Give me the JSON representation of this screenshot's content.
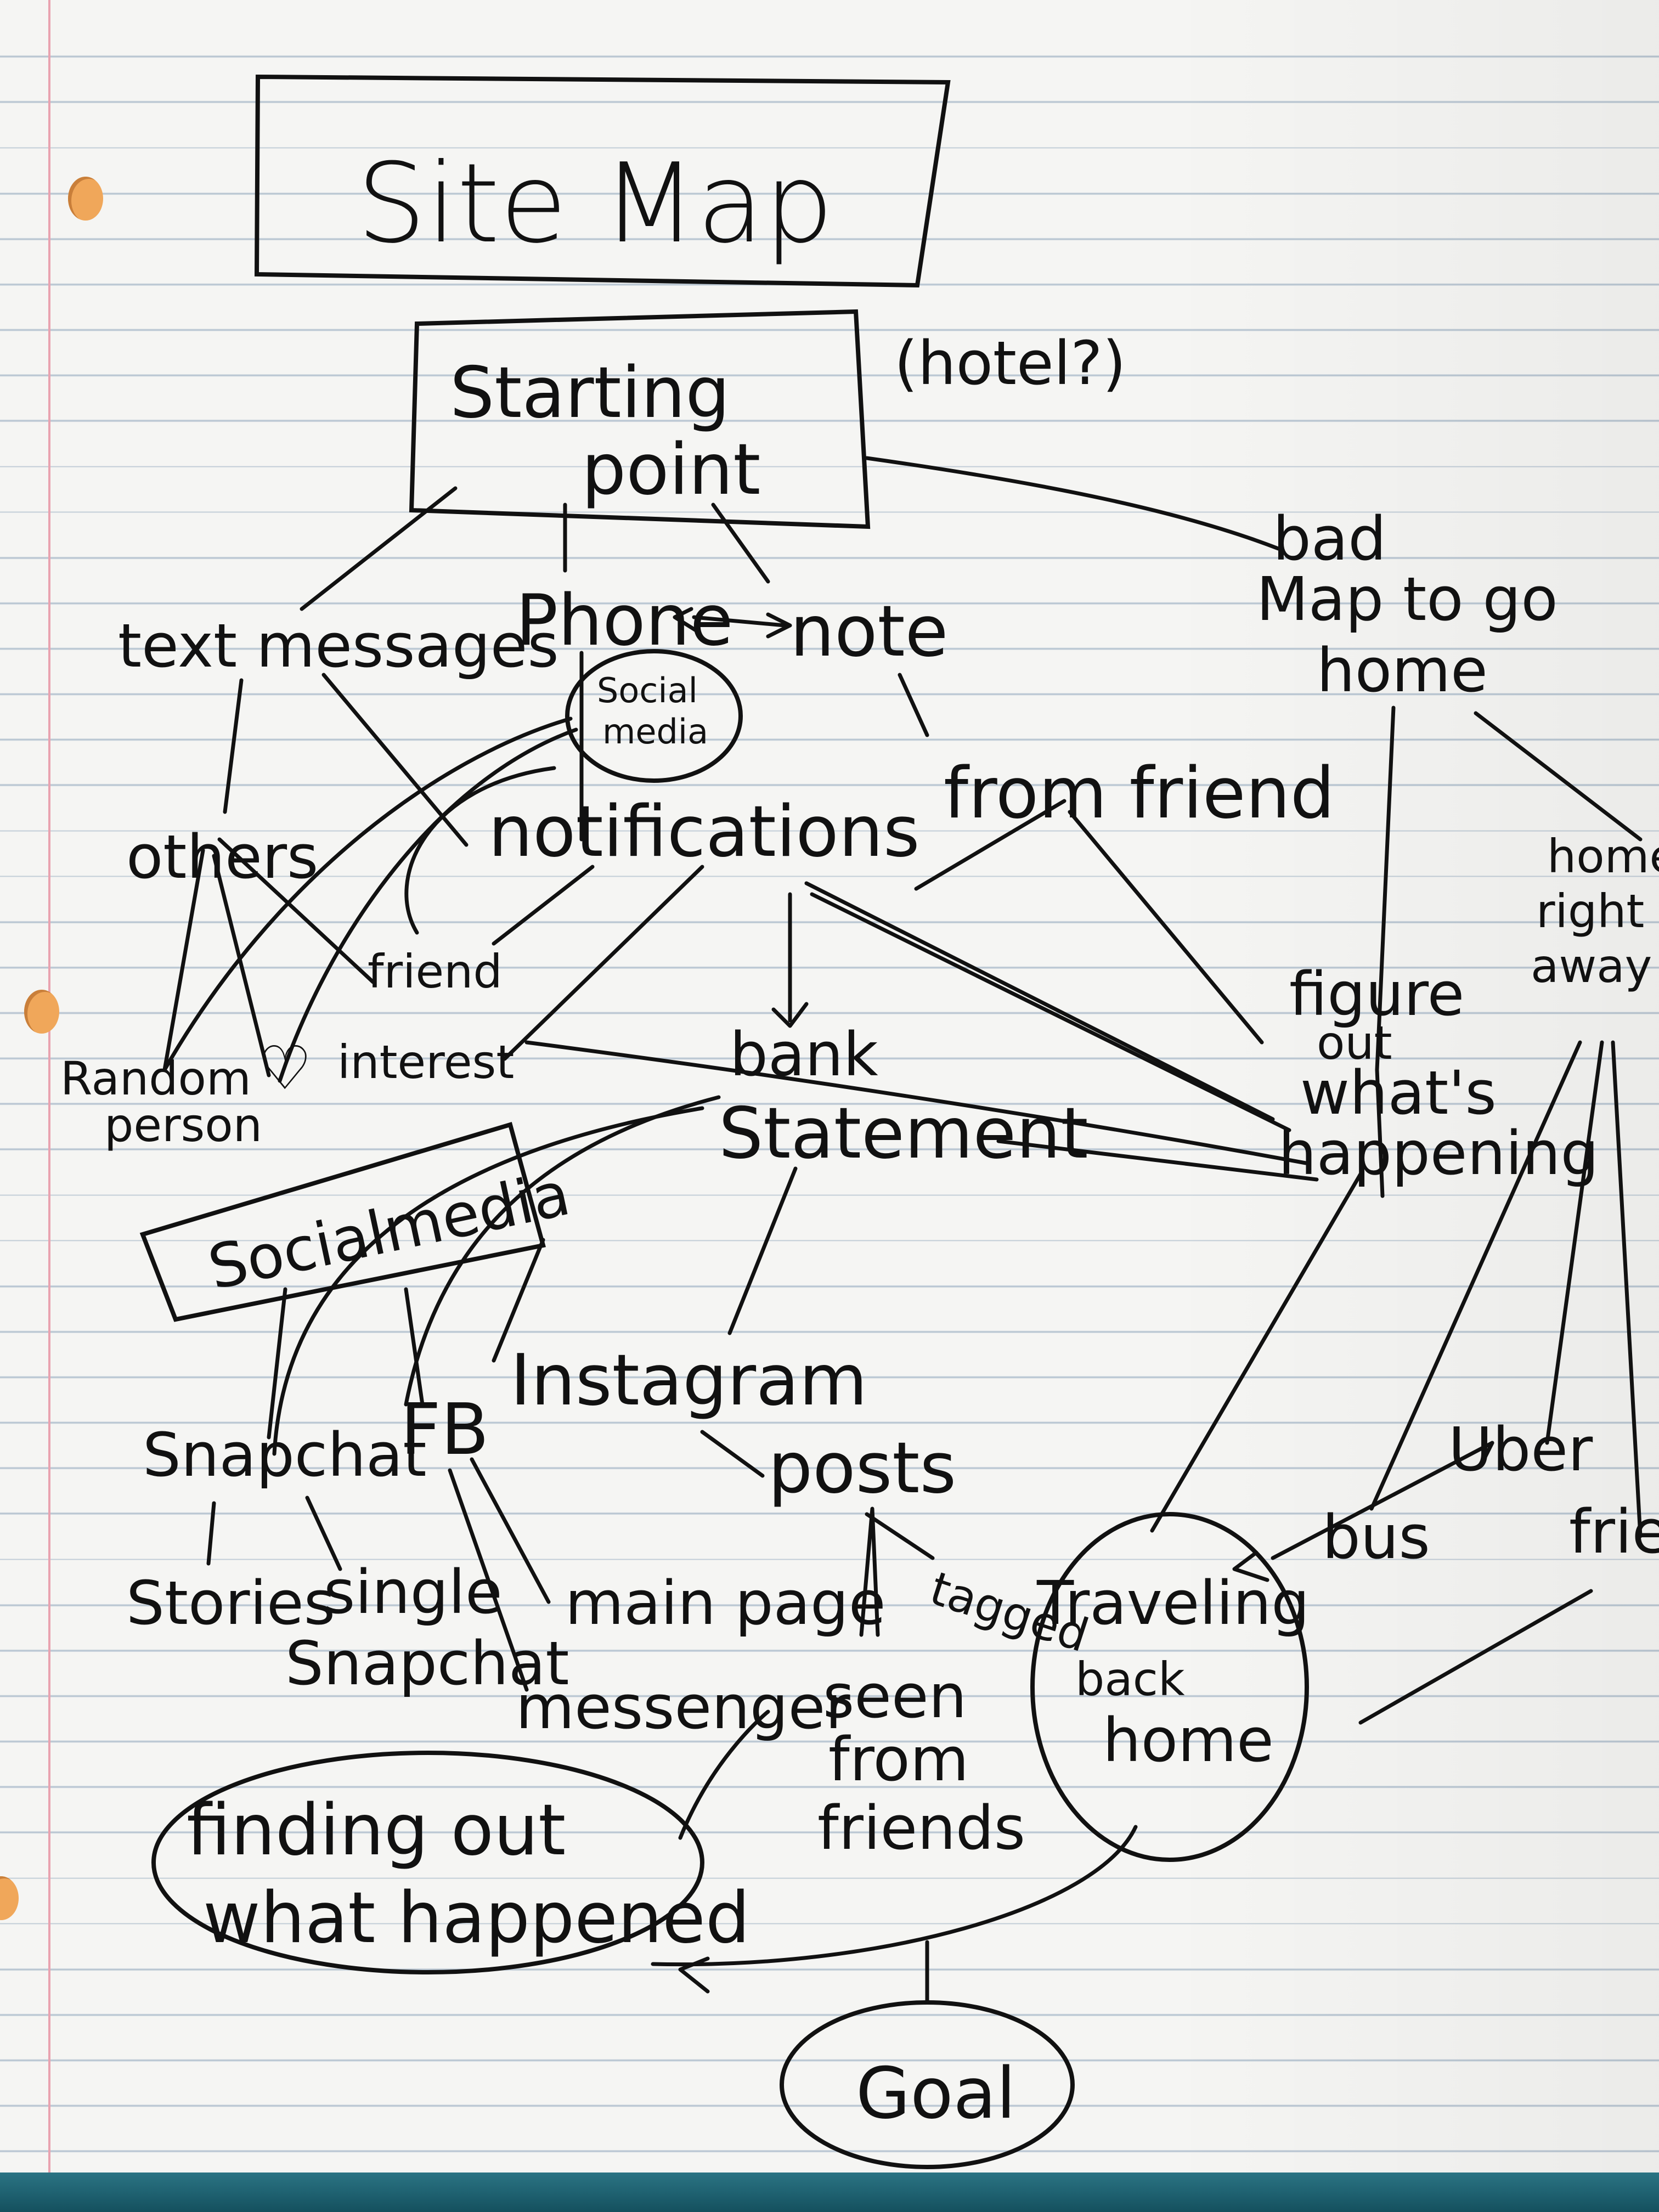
{
  "title": "Site Map",
  "nodes": {
    "starting_point_1": "Starting",
    "starting_point_2": "point",
    "hotel": "(hotel?)",
    "text_messages": "text messages",
    "phone": "Phone",
    "note": "note",
    "social_media_small_1": "Social",
    "social_media_small_2": "media",
    "notifications": "notifications",
    "from_friend": "from friend",
    "others": "others",
    "random_person_1": "Random",
    "random_person_2": "person",
    "heart": "♡",
    "friend_interest_1": "friend",
    "friend_interest_2": "interest",
    "bank_statement_1": "bank",
    "bank_statement_2": "Statement",
    "social_media_box": "Socialmedia",
    "snapchat": "Snapchat",
    "fb": "FB",
    "instagram": "Instagram",
    "posts": "posts",
    "stories": "Stories",
    "single_snapchat_1": "single",
    "single_snapchat_2": "Snapchat",
    "main_page": "main page",
    "messenger": "messenger",
    "tagged": "tagged",
    "seen_from_friends_1": "seen",
    "seen_from_friends_2": "from",
    "seen_from_friends_3": "friends",
    "map_to_go_home_0": "bad",
    "map_to_go_home_1": "Map to go",
    "map_to_go_home_2": "home",
    "home_right_away_1": "home",
    "home_right_away_2": "right",
    "home_right_away_3": "away",
    "figure_out_1": "figure",
    "figure_out_2": "out",
    "figure_out_3": "what's",
    "figure_out_4": "happening",
    "uber": "Uber",
    "bus": "bus",
    "friend_right": "frien",
    "traveling_1": "Traveling",
    "traveling_2": "back",
    "traveling_3": "home",
    "finding_out_1": "finding out",
    "finding_out_2": "what happened",
    "goal": "Goal"
  }
}
